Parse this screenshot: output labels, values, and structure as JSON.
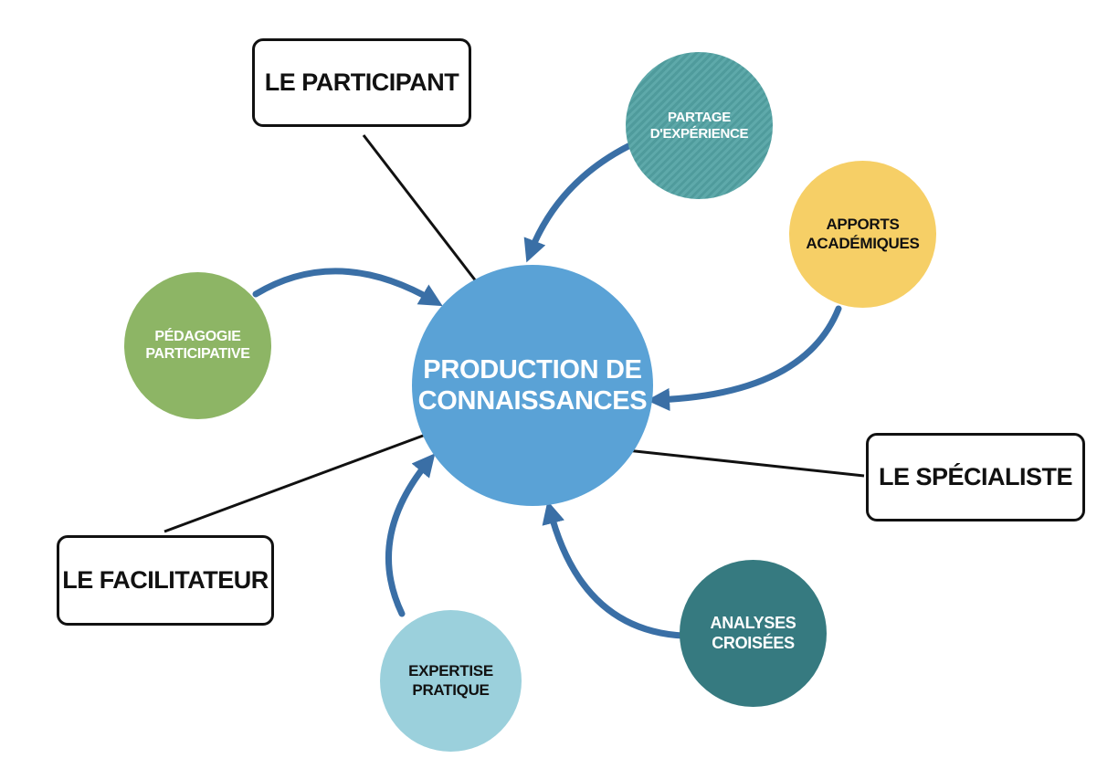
{
  "center": {
    "label": "PRODUCTION DE\nCONNAISSANCES",
    "color": "#5aa2d6"
  },
  "sources": [
    {
      "id": "partage",
      "label": "PARTAGE\nD'EXPÉRIENCE",
      "color": "#4f9b9c",
      "pattern": "diagonal-stripes"
    },
    {
      "id": "apports",
      "label": "APPORTS\nACADÉMIQUES",
      "color": "#f6cf66"
    },
    {
      "id": "pedagogie",
      "label": "PÉDAGOGIE\nPARTICIPATIVE",
      "color": "#8db565"
    },
    {
      "id": "analyses",
      "label": "ANALYSES\nCROISÉES",
      "color": "#367a80"
    },
    {
      "id": "expertise",
      "label": "EXPERTISE\nPRATIQUE",
      "color": "#9bd0dc"
    }
  ],
  "actors": [
    {
      "id": "participant",
      "label": "LE PARTICIPANT"
    },
    {
      "id": "specialiste",
      "label": "LE SPÉCIALISTE"
    },
    {
      "id": "facilitateur",
      "label": "LE FACILITATEUR"
    }
  ],
  "colors": {
    "arrow": "#3a6fa6",
    "connector": "#111111"
  }
}
